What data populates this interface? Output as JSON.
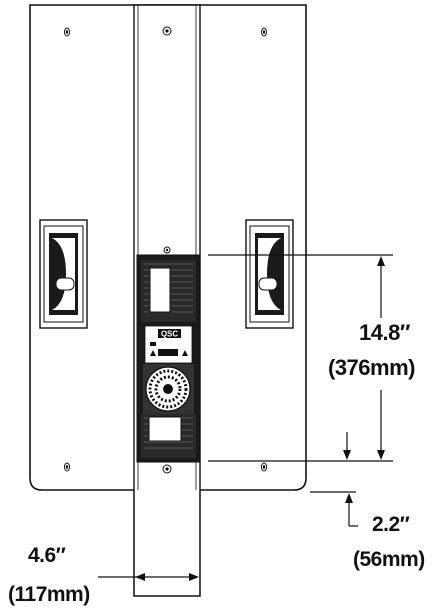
{
  "dimensions": {
    "height_between_handles": {
      "imperial": "14.8″",
      "metric": "(376mm)"
    },
    "bottom_offset": {
      "imperial": "2.2″",
      "metric": "(56mm)"
    },
    "center_panel_width": {
      "imperial": "4.6″",
      "metric": "(117mm)"
    }
  },
  "panel_plate": {
    "brand_text": "QSC"
  },
  "colors": {
    "line": "#111111",
    "fill": "#ffffff",
    "dark": "#1a1a1a",
    "grille": "#333333"
  }
}
